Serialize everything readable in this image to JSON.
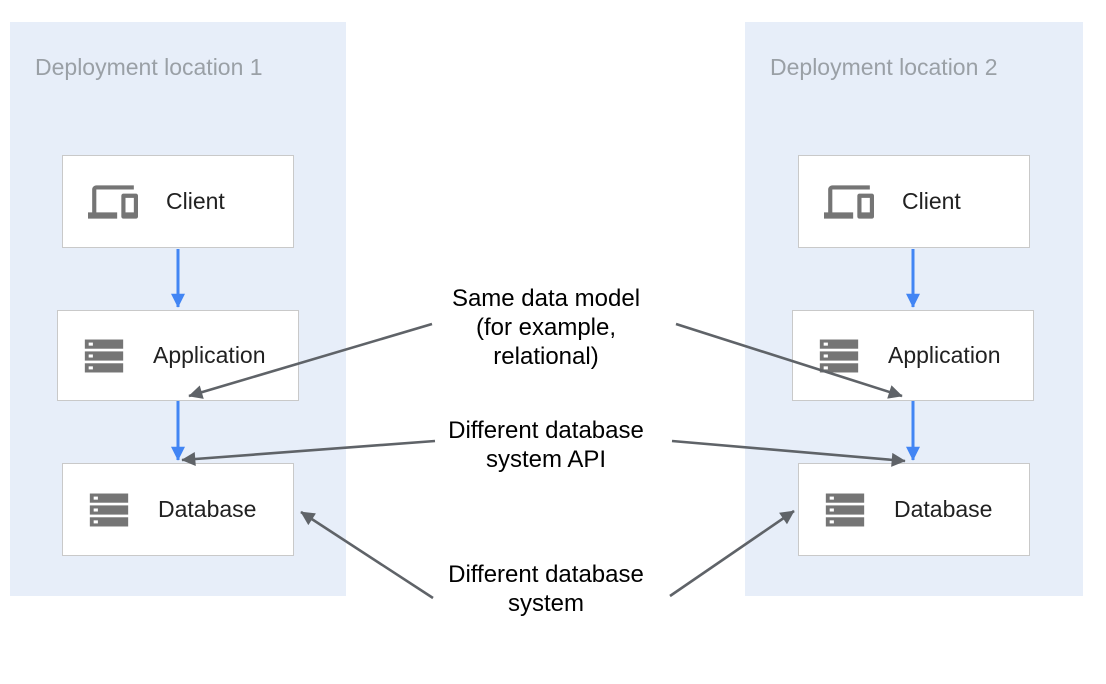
{
  "diagram": {
    "panels": [
      {
        "title": "Deployment location 1",
        "nodes": [
          {
            "label": "Client",
            "icon": "devices-icon"
          },
          {
            "label": "Application",
            "icon": "storage-icon"
          },
          {
            "label": "Database",
            "icon": "storage-icon"
          }
        ]
      },
      {
        "title": "Deployment location 2",
        "nodes": [
          {
            "label": "Client",
            "icon": "devices-icon"
          },
          {
            "label": "Application",
            "icon": "storage-icon"
          },
          {
            "label": "Database",
            "icon": "storage-icon"
          }
        ]
      }
    ],
    "annotations": [
      {
        "lines": [
          "Same data model",
          "(for example,",
          "relational)"
        ]
      },
      {
        "lines": [
          "Different database",
          "system API"
        ]
      },
      {
        "lines": [
          "Different database",
          "system"
        ]
      }
    ],
    "colors": {
      "panel_background": "#e7eef9",
      "node_background": "#ffffff",
      "node_border": "#c9c9c9",
      "icon_gray": "#757575",
      "flow_arrow_blue": "#4285f4",
      "annotation_arrow_gray": "#5f6368",
      "panel_title_gray": "#9aa0a6",
      "node_label_color": "#212121",
      "annotation_text_color": "#000000"
    }
  }
}
